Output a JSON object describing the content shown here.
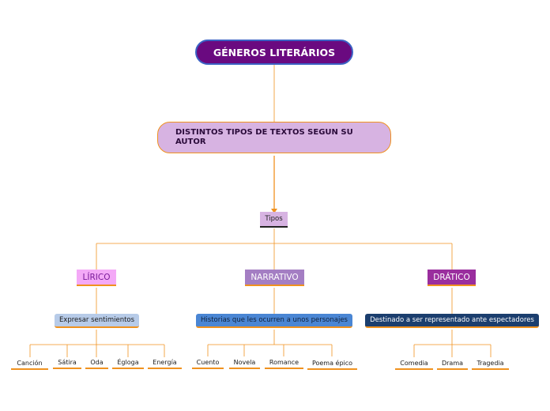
{
  "root": "GÉNEROS LITERÁRIOS",
  "main": "DISTINTOS TIPOS DE TEXTOS SEGUN SU AUTOR",
  "tipos": "Tipos",
  "categories": [
    {
      "label": "LÍRICO",
      "description": "Expresar sentimientos",
      "examples": [
        "Canción",
        "Sátira",
        "Oda",
        "Égloga",
        "Energía"
      ]
    },
    {
      "label": "NARRATIVO",
      "description": "Historias que les ocurren a unos personajes",
      "examples": [
        "Cuento",
        "Novela",
        "Romance",
        "Poema épico"
      ]
    },
    {
      "label": "DRÁTICO",
      "description": "Destinado a ser representado ante espectadores",
      "examples": [
        "Comedia",
        "Drama",
        "Tragedia"
      ]
    }
  ],
  "colors": {
    "connector": "#f0921f",
    "root_fill": "#6a0a80",
    "main_fill": "#d7b3e2",
    "lirico_fill": "#f4a9f7",
    "narrativo_fill": "#a47ec3",
    "dratico_fill": "#9a2e9e"
  }
}
